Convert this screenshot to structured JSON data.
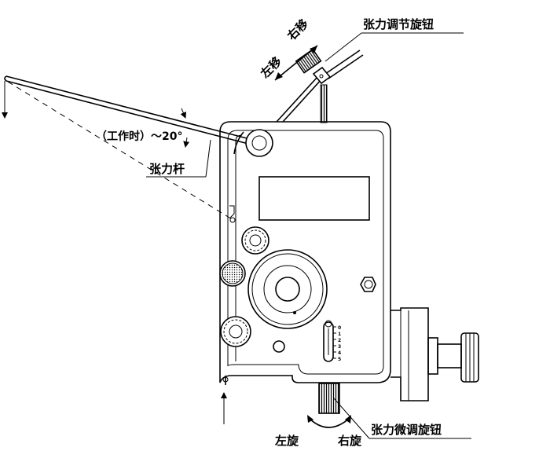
{
  "labels": {
    "tension_adjust_knob": "张力调节旋钮",
    "move_left": "左移",
    "move_right": "右移",
    "working_angle": "（工作时）～20°",
    "tension_arm": "张力杆",
    "fine_adjust_knob": "张力微调旋钮",
    "rotate_left": "左旋",
    "rotate_right": "右旋"
  },
  "scale_marks": [
    "0",
    "1",
    "2",
    "3",
    "4",
    "5"
  ]
}
